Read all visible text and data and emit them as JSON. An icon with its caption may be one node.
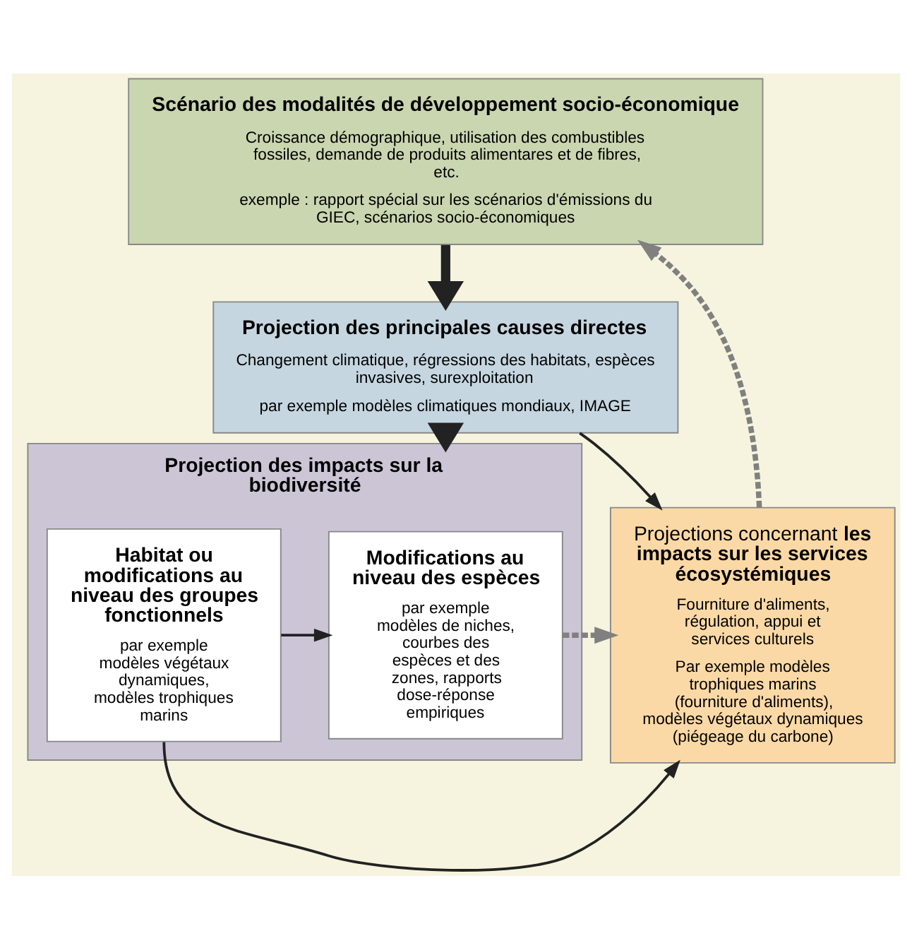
{
  "diagram": {
    "nodes": [
      {
        "text": [
          "Scénario des modalités de développement socio-économique",
          "Croissance démographique, utilisation des combustibles fossiles, demande de produits alimentares et de fibres, etc.",
          "exemple : rapport spécial sur les scénarios d'émissions du GIEC, scénarios socio-économiques"
        ]
      },
      {
        "text": [
          "Projection des principales causes directes",
          "Changement climatique, régressions des habitats, espèces invasives, surexploitation",
          "par exemple modèles climatiques mondiaux, IMAGE"
        ]
      },
      {
        "text": [
          "Projection des impacts sur la biodiversité"
        ]
      },
      {
        "text": [
          "Habitat ou modifications au niveau des groupes fonctionnels",
          "par exemple modèles végétaux dynamiques, modèles trophiques marins"
        ],
        "in": 2
      },
      {
        "text": [
          "Modifications au niveau des espèces",
          "par exemple modèles de niches, courbes des espèces et des zones, rapports dose-réponse empiriques"
        ],
        "in": 2
      },
      {
        "text": [
          "Projections concernant **les impacts sur les services écosystémiques**",
          "Fourniture d'aliments, régulation, appui et services culturels",
          "Par exemple modèles trophiques marins (fourniture d'aliments), modèles végétaux dynamiques (piégeage du carbone)"
        ]
      }
    ],
    "edges": [
      {
        "from": 0,
        "to": 1,
        "arrow": "to",
        "style": "thick"
      },
      {
        "from": 1,
        "to": 2,
        "arrow": "to",
        "style": "thick"
      },
      {
        "from": 1,
        "to": 5,
        "arrow": "to"
      },
      {
        "from": 3,
        "to": 4,
        "arrow": "to"
      },
      {
        "from": 4,
        "to": 5,
        "arrow": "to",
        "style": "dashed",
        "color": "#808080"
      },
      {
        "from": 3,
        "to": 5,
        "arrow": "to"
      },
      {
        "from": 5,
        "to": 0,
        "arrow": "to",
        "style": "dashed",
        "color": "#808080"
      }
    ]
  }
}
